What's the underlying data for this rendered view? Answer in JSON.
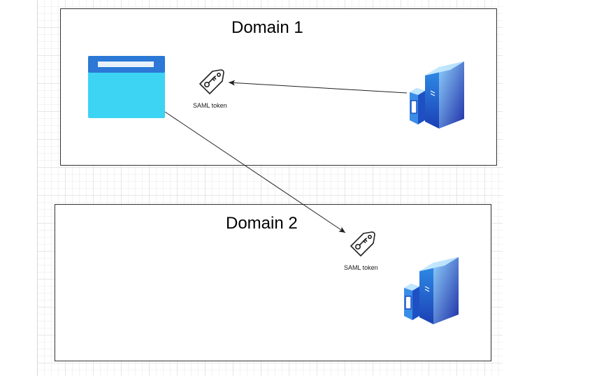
{
  "diagram": {
    "domains": [
      {
        "title": "Domain 1"
      },
      {
        "title": "Domain 2"
      }
    ],
    "tokens": [
      {
        "label": "SAML token"
      },
      {
        "label": "SAML token"
      }
    ],
    "colors": {
      "browser_header": "#2b78d6",
      "browser_body": "#3dd3f2",
      "server_light": "#7ec4f7",
      "server_dark": "#1e2fa8",
      "stroke": "#222222"
    }
  }
}
